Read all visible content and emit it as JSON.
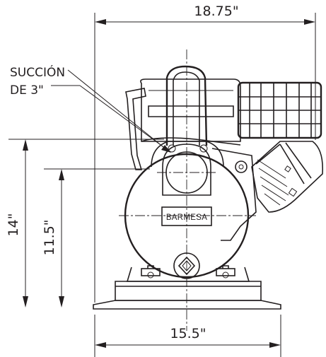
{
  "dimensions": {
    "overall_width": "18.75\"",
    "base_width": "15.5\"",
    "overall_height": "14\"",
    "discharge_height": "11.5\""
  },
  "callout": {
    "line1": "SUCCIÓN",
    "line2": "DE 3\""
  },
  "pump": {
    "brand": "BARMESA"
  }
}
